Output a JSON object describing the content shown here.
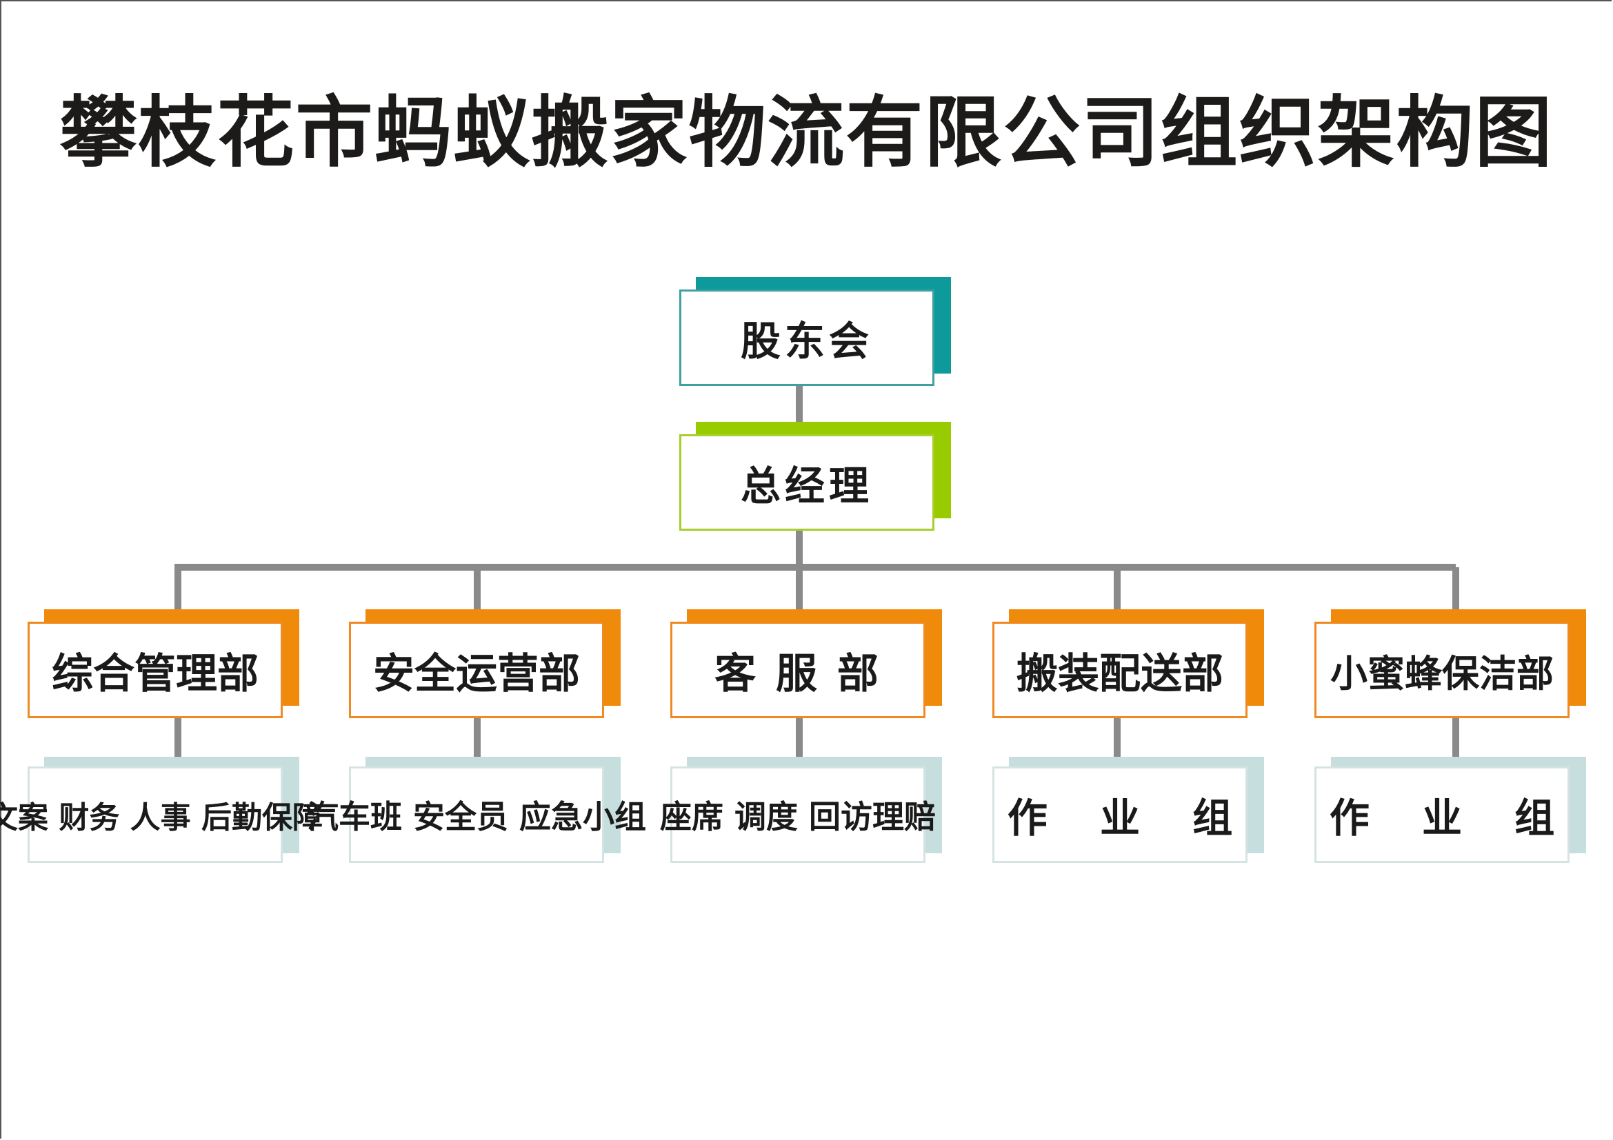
{
  "title": "攀枝花市蚂蚁搬家物流有限公司组织架构图",
  "shareholders": "股东会",
  "general_manager": "总经理",
  "departments": [
    {
      "name": "综合管理部",
      "sub": "文案 财务 人事 后勤保障"
    },
    {
      "name": "安全运营部",
      "sub": "汽车班 安全员 应急小组"
    },
    {
      "name": "客 服 部",
      "sub": "座席 调度 回访理赔"
    },
    {
      "name": "搬装配送部",
      "sub": "作 业 组"
    },
    {
      "name": "小蜜蜂保洁部",
      "sub": "作 业 组"
    }
  ],
  "colors": {
    "shareholders_accent": "#0e9a9a",
    "general_manager_accent": "#99cc00",
    "department_accent": "#f08a0a",
    "subgroup_accent": "#c6dede",
    "connector": "#8a8a8a"
  }
}
